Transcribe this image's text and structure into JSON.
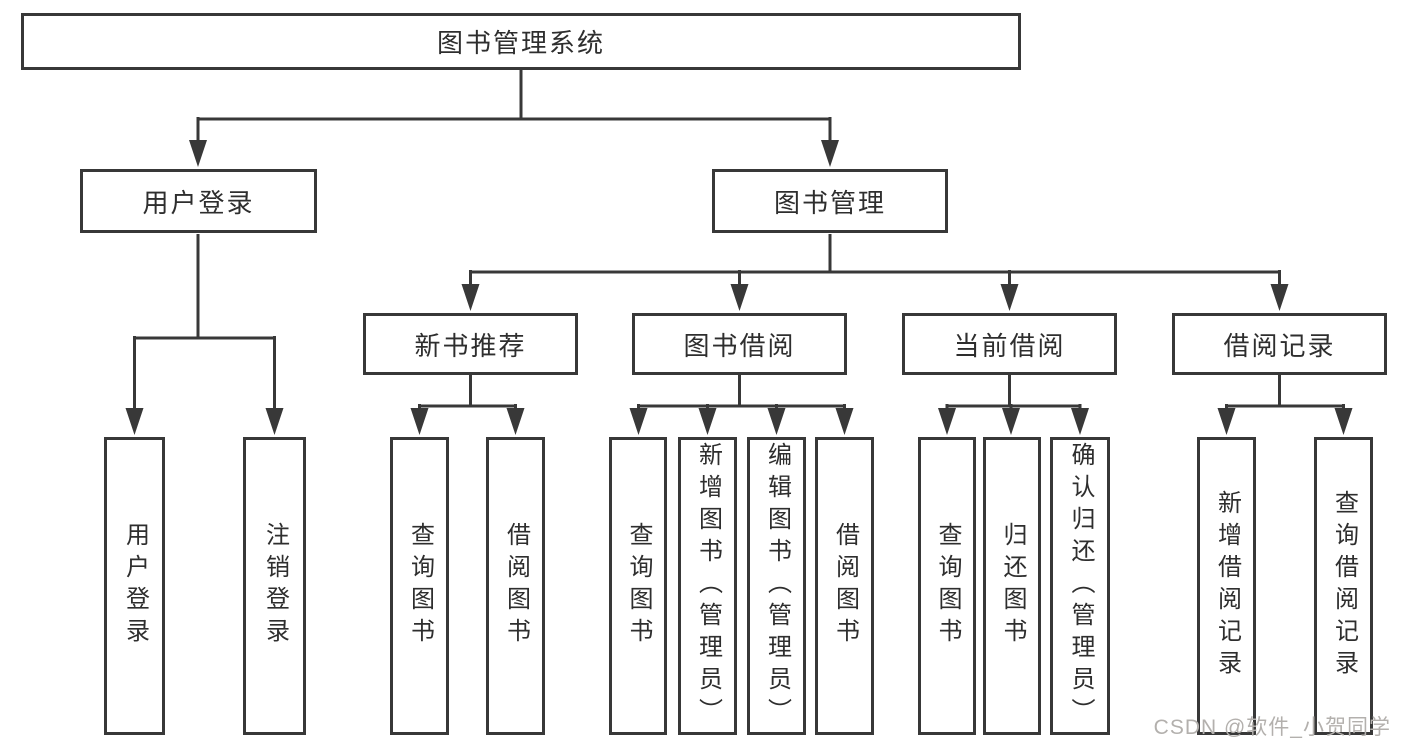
{
  "tree": {
    "label": "图书管理系统",
    "children": [
      {
        "label": "用户登录",
        "children": [
          {
            "label": "用户登录"
          },
          {
            "label": "注销登录"
          }
        ]
      },
      {
        "label": "图书管理",
        "children": [
          {
            "label": "新书推荐",
            "children": [
              {
                "label": "查询图书"
              },
              {
                "label": "借阅图书"
              }
            ]
          },
          {
            "label": "图书借阅",
            "children": [
              {
                "label": "查询图书"
              },
              {
                "label": "新增图书（管理员）"
              },
              {
                "label": "编辑图书（管理员）"
              },
              {
                "label": "借阅图书"
              }
            ]
          },
          {
            "label": "当前借阅",
            "children": [
              {
                "label": "查询图书"
              },
              {
                "label": "归还图书"
              },
              {
                "label": "确认归还（管理员）"
              }
            ]
          },
          {
            "label": "借阅记录",
            "children": [
              {
                "label": "新增借阅记录"
              },
              {
                "label": "查询借阅记录"
              }
            ]
          }
        ]
      }
    ]
  },
  "watermark": "CSDN @软件_小贺同学",
  "colors": {
    "line": "#383838",
    "box_border": "#383838",
    "label_text": "#2e2e2e",
    "watermark_text": "#b3b0ad",
    "background": "#ffffff"
  }
}
